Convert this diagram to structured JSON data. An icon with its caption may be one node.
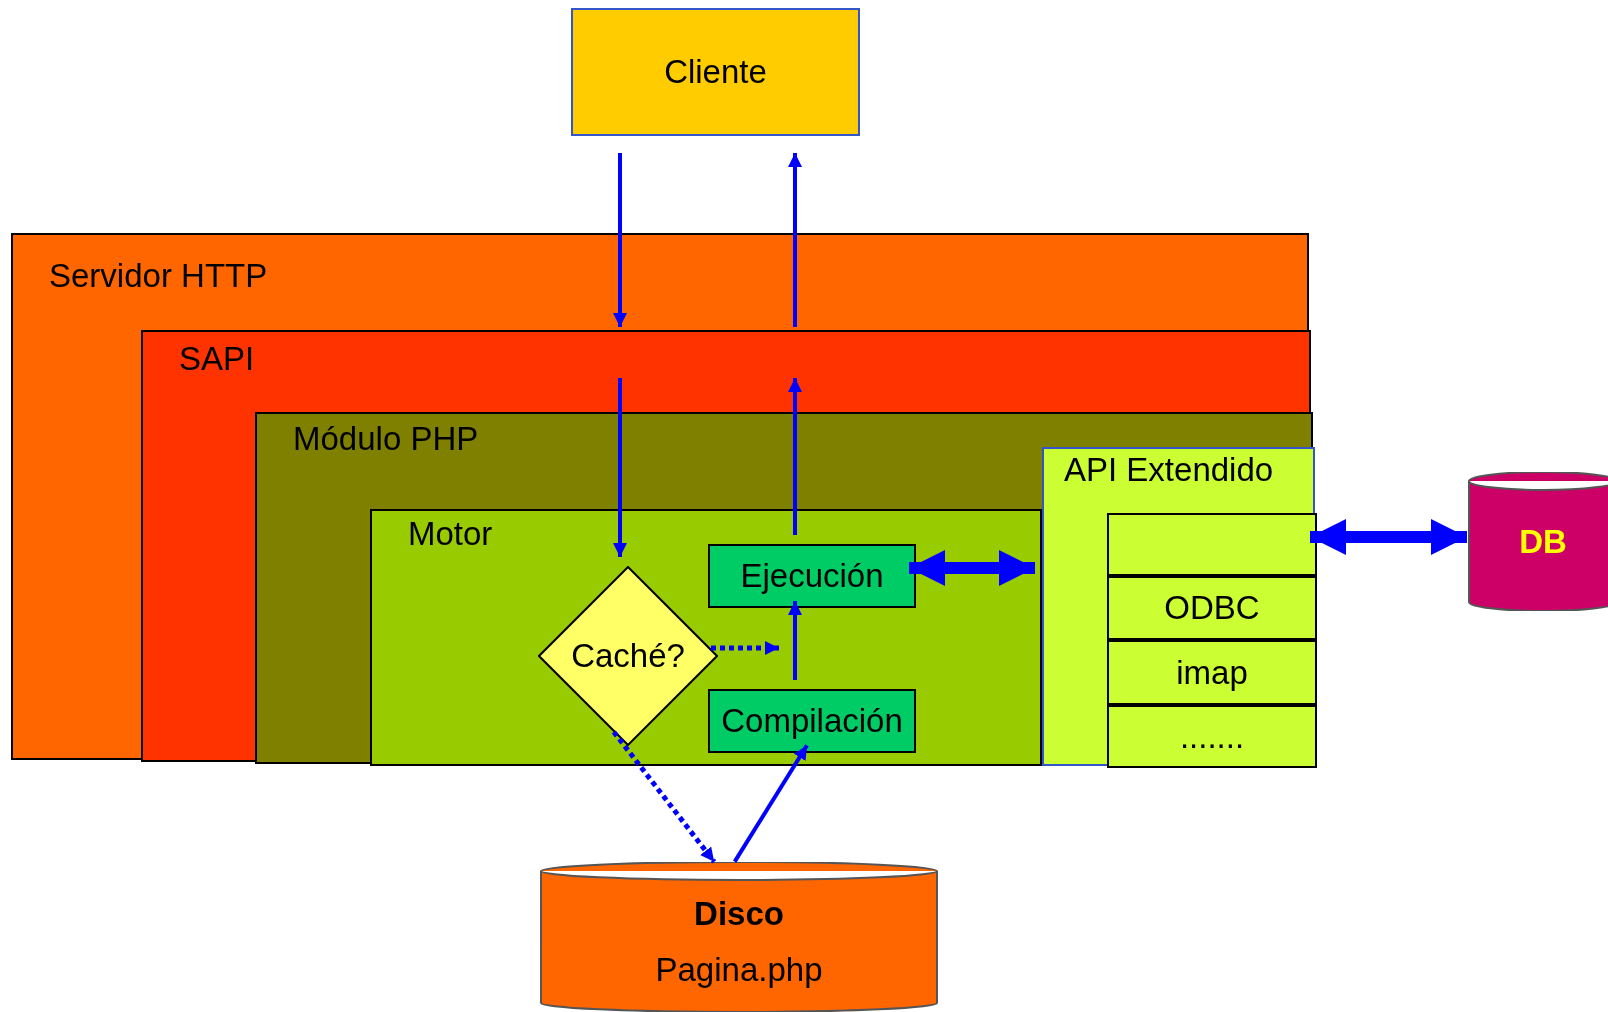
{
  "diagram": {
    "nodes": [
      {
        "text": [
          "Cliente"
        ]
      },
      {
        "text": [
          "Servidor HTTP"
        ]
      },
      {
        "text": [
          "SAPI"
        ],
        "in": 1
      },
      {
        "text": [
          "Módulo PHP"
        ],
        "in": 2
      },
      {
        "text": [
          "Motor"
        ],
        "in": 3
      },
      {
        "text": [
          "Caché?"
        ],
        "in": 4
      },
      {
        "text": [
          "Ejecución"
        ],
        "in": 4
      },
      {
        "text": [
          "Compilación"
        ],
        "in": 4
      },
      {
        "text": [
          "API Extendido"
        ],
        "in": 3
      },
      {
        "text": [],
        "shape": "box",
        "in": 8
      },
      {
        "text": [
          "ODBC"
        ],
        "in": 8
      },
      {
        "text": [
          "imap"
        ],
        "in": 8
      },
      {
        "text": [
          "......."
        ],
        "in": 8
      },
      {
        "text": [
          "DB"
        ]
      },
      {
        "text": [
          "Disco",
          "Pagina.php"
        ]
      }
    ],
    "edges": [
      {
        "from": 0,
        "to": 2,
        "arrow": "to"
      },
      {
        "from": 2,
        "to": 5,
        "arrow": "to"
      },
      {
        "from": 6,
        "to": 2,
        "arrow": "to"
      },
      {
        "from": 2,
        "to": 0,
        "arrow": "to"
      },
      {
        "from": 5,
        "to": 6,
        "arrow": "to",
        "style": "dashed"
      },
      {
        "from": 7,
        "to": 6,
        "arrow": "to"
      },
      {
        "from": 6,
        "to": 8,
        "arrow": "both",
        "style": "thick"
      },
      {
        "from": 9,
        "to": 13,
        "arrow": "both",
        "style": "thick"
      },
      {
        "from": 5,
        "to": 14,
        "arrow": "to",
        "style": "dashed"
      },
      {
        "from": 14,
        "to": 7,
        "arrow": "to"
      }
    ]
  }
}
